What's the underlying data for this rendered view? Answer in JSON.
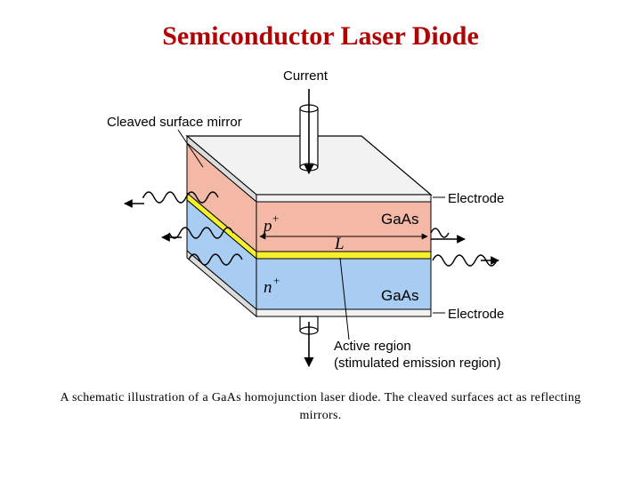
{
  "title": "Semiconductor Laser Diode",
  "labels": {
    "current": "Current",
    "mirror": "Cleaved surface mirror",
    "electrode_top": "Electrode",
    "electrode_bottom": "Electrode",
    "p_layer": "p",
    "p_sup": "+",
    "n_layer": "n",
    "n_sup": "+",
    "gaas_top": "GaAs",
    "gaas_bottom": "GaAs",
    "length": "L",
    "active_1": "Active region",
    "active_2": "(stimulated emission region)"
  },
  "caption": "A schematic illustration of a GaAs homojunction laser diode. The cleaved surfaces act as reflecting mirrors.",
  "colors": {
    "title": "#b00000",
    "p_region": "#f4b9a6",
    "n_region": "#a9cdf2",
    "active": "#f5ef2c",
    "electrode": "#f2f2f2"
  }
}
